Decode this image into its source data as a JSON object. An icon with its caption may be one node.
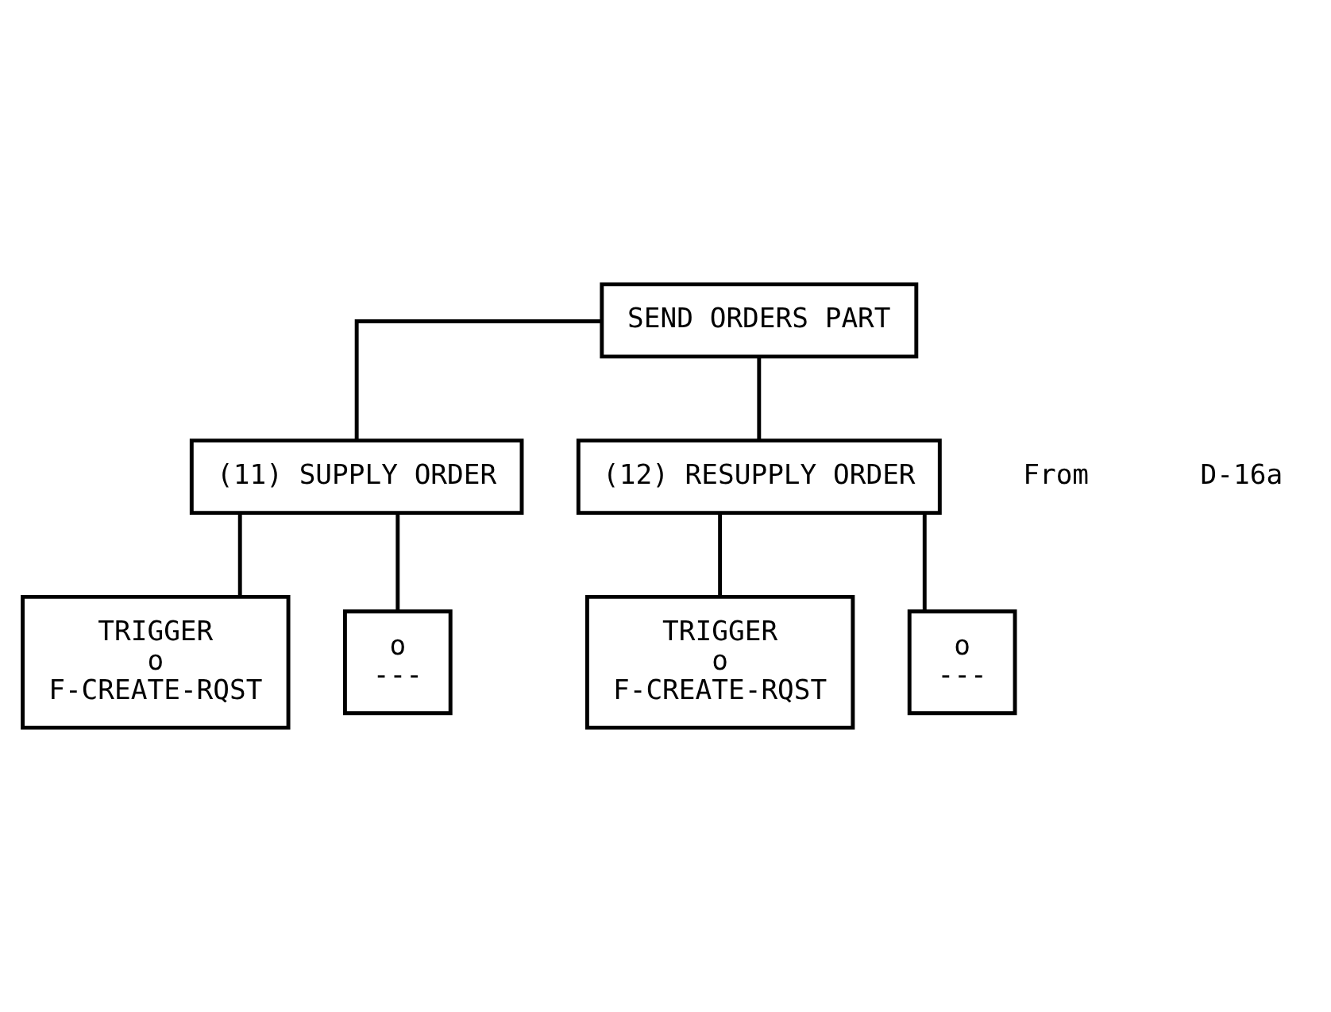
{
  "diagram": {
    "nodes": [
      {
        "text": [
          "SEND ORDERS PART"
        ]
      },
      {
        "text": [
          "(11) SUPPLY ORDER"
        ]
      },
      {
        "text": [
          "(12) RESUPPLY ORDER"
        ]
      },
      {
        "text": [
          "TRIGGER",
          "o",
          "F-CREATE-RQST"
        ]
      },
      {
        "text": [
          "o",
          "---"
        ]
      },
      {
        "text": [
          "TRIGGER",
          "o",
          "F-CREATE-RQST"
        ]
      },
      {
        "text": [
          "o",
          "---"
        ]
      }
    ],
    "edges": [
      {
        "from": 0,
        "to": 1,
        "arrow": "none"
      },
      {
        "from": 0,
        "to": 2,
        "arrow": "none"
      },
      {
        "from": 1,
        "to": 3,
        "arrow": "none"
      },
      {
        "from": 1,
        "to": 4,
        "arrow": "none"
      },
      {
        "from": 2,
        "to": 5,
        "arrow": "none"
      },
      {
        "from": 2,
        "to": 6,
        "arrow": "none"
      }
    ],
    "labels": [
      "From",
      "D-16a"
    ]
  }
}
